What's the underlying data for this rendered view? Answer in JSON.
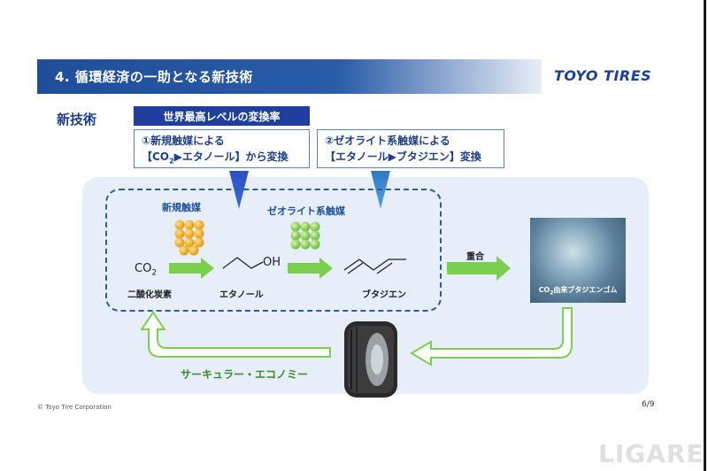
{
  "header": {
    "title": "4. 循環経済の一助となる新技術",
    "logo": "TOYO TIRES"
  },
  "section_label": "新技術",
  "rate_banner": "世界最高レベルの変換率",
  "callouts": [
    {
      "line1": "①新規触媒による",
      "line2_pre": "【CO",
      "line2_sub": "2",
      "line2_post": "▶エタノール】から変換"
    },
    {
      "line1": "②ゼオライト系触媒による",
      "line2": "【エタノール▶ブタジエン】変換"
    }
  ],
  "catalysts": {
    "new": "新規触媒",
    "zeolite": "ゼオライト系触媒"
  },
  "molecules": {
    "co2_pre": "CO",
    "co2_sub": "2",
    "ethanol_oh": "OH"
  },
  "names": {
    "co2": "二酸化炭素",
    "ethanol": "エタノール",
    "butadiene": "ブタジエン"
  },
  "polymerization": "重合",
  "product": {
    "caption_pre": "CO",
    "caption_sub": "2",
    "caption_post": "由来ブタジエンゴム"
  },
  "cycle_label": "サーキュラー・エコノミー",
  "footer": {
    "copyright": "© Toyo Tire Corporation",
    "page": "6/9"
  },
  "watermark": "LIGARE",
  "colors": {
    "brand_blue": "#1e3f9e",
    "arrow_green": "#7ccf4e",
    "cycle_green": "#3a8a2a"
  }
}
